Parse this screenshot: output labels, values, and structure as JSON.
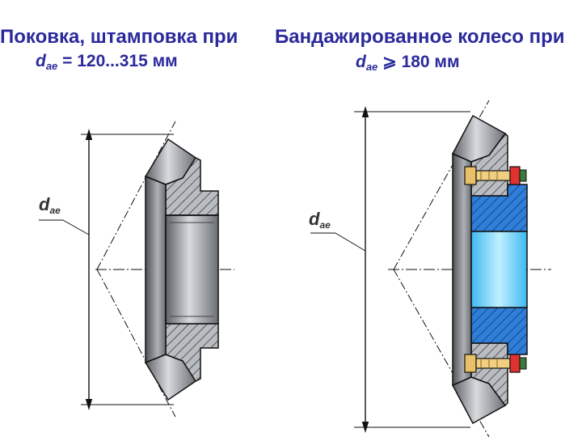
{
  "titles": {
    "left": "Поковка, штамповка при",
    "right": "Бандажированное колесо при"
  },
  "subtitles": {
    "left_symbol": "d",
    "left_sub": "ae",
    "left_text": " = 120...315 мм",
    "right_symbol": "d",
    "right_sub": "ae",
    "right_op": " ⩾ ",
    "right_text": "180 мм"
  },
  "labels": {
    "left_d": "d",
    "left_d_sub": "ae",
    "right_d": "d",
    "right_d_sub": "ae"
  },
  "colors": {
    "title": "#2a2a9c",
    "steel": "#8a8d92",
    "hub_blue": "#2f7fd8",
    "bore_cyan": "#7fdcff",
    "bolt": "#e8c067",
    "outline": "#111111"
  }
}
